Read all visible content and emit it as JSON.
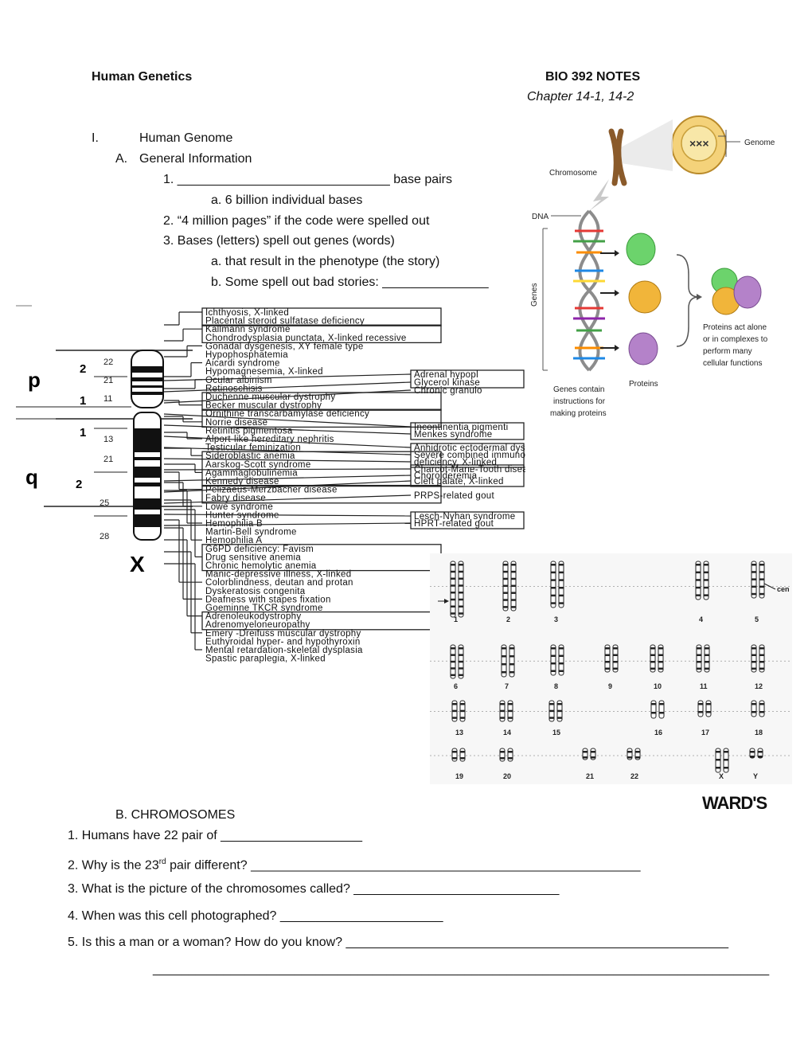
{
  "header": {
    "title": "Human Genetics",
    "course": "BIO 392 NOTES",
    "chapter": "Chapter 14-1, 14-2"
  },
  "outline": {
    "section1_num": "I.",
    "section1_title": "Human Genome",
    "subA_letter": "A.",
    "subA_title": "General Information",
    "item1": "1.      ______________________________ base pairs",
    "item1a": "a.    6 billion individual bases",
    "item2": "2.    “4 million pages” if  the code were spelled out",
    "item3": "3.    Bases (letters) spell out genes (words)",
    "item3a": "a.    that result in the phenotype (the story)",
    "item3b": "b.    Some spell out bad stories: _______________"
  },
  "genome_figure": {
    "genome": "Genome",
    "chromosome": "Chromosome",
    "dna": "DNA",
    "genes": "Genes",
    "genes_contain": [
      "Genes contain",
      "instructions for",
      "making proteins"
    ],
    "proteins": "Proteins",
    "proteins_act": [
      "Proteins act alone",
      "or in complexes to",
      "perform many",
      "cellular functions"
    ]
  },
  "x_map": {
    "arm_p": "p",
    "arm_q": "q",
    "chrom_label": "X",
    "band_labels": [
      "22",
      "21",
      "11",
      "13",
      "21",
      "25",
      "28"
    ],
    "region_labels": [
      "2",
      "1",
      "1",
      "2"
    ],
    "diseases_left": [
      "Ichthyosis, X-linked",
      "Placental steroid sulfatase deficiency",
      "Kallmann syndrome",
      "Chondrodysplasia punctata, X-linked recessive",
      "Gonadal dysgenesis, XY female type",
      "Hypophosphatemia",
      "Aicardi syndrome",
      "Hypomagnesemia, X-linked",
      "Ocular albinism",
      "Retinoschisis",
      "Duchenne muscular dystrophy",
      "Becker muscular dystrophy",
      "Ornithine transcarbamylase deficiency",
      "Norrie disease",
      "Retinitis pigmentosa",
      "Alport-like hereditary nephritis",
      "Testicular feminization",
      "Sideroblastic anemia",
      "Aarskog-Scott syndrome",
      "Agammaglobulinemia",
      "Kennedy disease",
      "Pelizaeus-Merzbacher disease",
      "Fabry disease",
      "Lowe syndrome",
      "Hunter syndrome",
      "Hemophilia B",
      "Martin-Bell syndrome",
      "Hemophilia A",
      "G6PD deficiency: Favism",
      "Drug sensitive anemia",
      "Chronic hemolytic anemia",
      "Manic-depressive illness, X-linked",
      "Colorblindness, deutan and protan",
      "Dyskeratosis congenita",
      "Deafness with stapes fixation",
      "Goeminne TKCR syndrome",
      "Adrenoleukodystrophy",
      "Adrenomyeloneuropathy",
      "Emery -Dreifuss muscular dystrophy",
      "Euthyroidal hyper- and hypothyroxin",
      "Mental retardation-skeletal dysplasia",
      "Spastic paraplegia, X-linked"
    ],
    "diseases_right": [
      "Adrenal hypopl",
      "Glycerol kinase",
      "Chronic granulo",
      "Incontinentia pigmenti",
      "Menkes syndrome",
      "Anhidrotic ectodermal dysplasia",
      "Severe combined immuno-",
      "deficiency, X-linked",
      "Charcot-Marie-Tooth disease",
      "Choroideremia",
      "Cleft palate, X-linked",
      "PRPS-related gout",
      "Lesch-Nyhan syndrome",
      "HPRT-related gout"
    ]
  },
  "karyotype": {
    "labels": [
      "1",
      "2",
      "3",
      "4",
      "5",
      "6",
      "7",
      "8",
      "9",
      "10",
      "11",
      "12",
      "13",
      "14",
      "15",
      "16",
      "17",
      "18",
      "19",
      "20",
      "21",
      "22",
      "X",
      "Y"
    ],
    "cen": "cen",
    "brand": "WARD'S"
  },
  "section_b": {
    "title": "B.    CHROMOSOMES",
    "q1": "1.    Humans have 22 pair of ____________________",
    "q2_pre": "2.    Why is the 23",
    "q2_sup": "rd",
    "q2_post": " pair different?  _______________________________________________________",
    "q3": "3.    What is the picture of the chromosomes called? _____________________________",
    "q4": "4.    When was this cell photographed? _______________________",
    "q5": "5.    Is this a man or a woman?  How do you know? ______________________________________________________",
    "q5_line": "_______________________________________________________________________________________"
  }
}
